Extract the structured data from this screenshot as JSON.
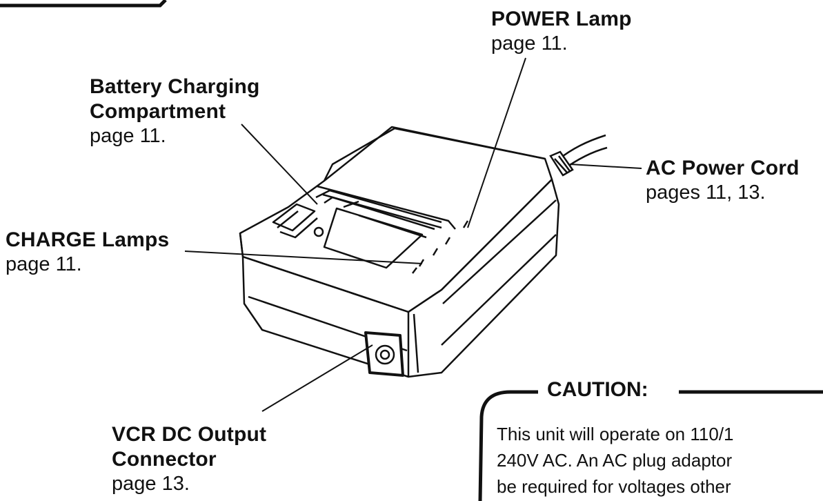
{
  "labels": {
    "battery": {
      "title_line1": "Battery Charging",
      "title_line2": "Compartment",
      "page": "page 11."
    },
    "power": {
      "title": "POWER Lamp",
      "page": "page 11."
    },
    "ac_cord": {
      "title": "AC Power Cord",
      "page": "pages 11, 13."
    },
    "charge": {
      "title": "CHARGE Lamps",
      "page": "page 11."
    },
    "vcr": {
      "title_line1": "VCR DC Output",
      "title_line2": "Connector",
      "page": "page 13."
    }
  },
  "caution": {
    "title": "CAUTION:",
    "lines": [
      "This unit will operate on 110/1",
      "240V AC. An AC plug adaptor",
      "be required for voltages other"
    ]
  }
}
